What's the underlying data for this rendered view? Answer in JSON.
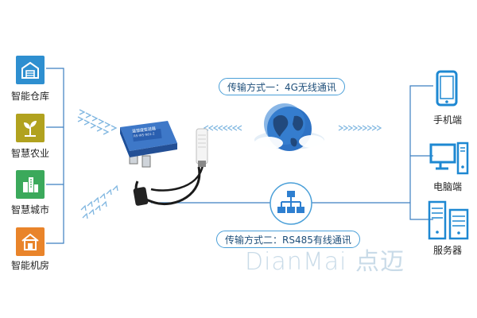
{
  "applications": [
    {
      "label": "智能仓库",
      "icon": "warehouse-icon",
      "color": "#2e8fd0"
    },
    {
      "label": "智慧农业",
      "icon": "plant-icon",
      "color": "#b1a21f"
    },
    {
      "label": "智慧城市",
      "icon": "city-icon",
      "color": "#3ba95b"
    },
    {
      "label": "智能机房",
      "icon": "house-icon",
      "color": "#e9842a"
    }
  ],
  "transmission": {
    "wireless_label": "传输方式一：4G无线通讯",
    "wired_label": "传输方式二：RS485有线通讯"
  },
  "device": {
    "name": "温湿度变送器",
    "model": "RS-WS-N01-2",
    "body_color": "#2a5fb0"
  },
  "endpoints": [
    {
      "label": "手机端",
      "icon": "phone-icon"
    },
    {
      "label": "电脑端",
      "icon": "computer-icon"
    },
    {
      "label": "服务器",
      "icon": "server-icon"
    }
  ],
  "watermark": "DianMai 点迈",
  "colors": {
    "line": "#3c7fc0",
    "accent": "#1e88d2",
    "arrow": "#7fb6e0"
  }
}
